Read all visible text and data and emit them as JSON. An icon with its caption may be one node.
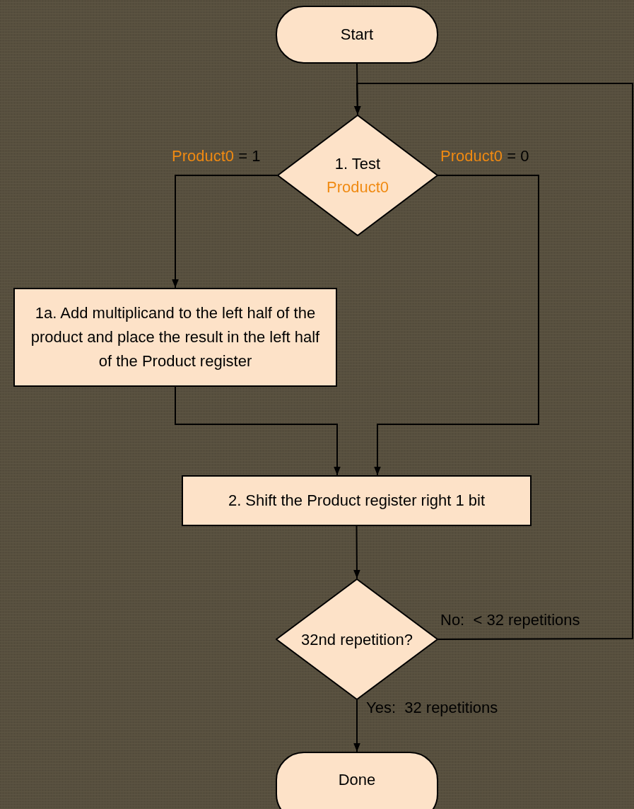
{
  "diagram": {
    "nodes": [
      {
        "text": [
          "Start"
        ]
      },
      {
        "text": [
          "1. Test",
          "Product0"
        ]
      },
      {
        "text": [
          "1a. Add multiplicand to the left half of the product and place the result in the left half of the Product register"
        ]
      },
      {
        "text": [
          "2. Shift the Product register right 1 bit"
        ]
      },
      {
        "text": [
          "32nd repetition?"
        ]
      },
      {
        "text": [
          "Done"
        ]
      }
    ],
    "edges": [
      {
        "from": 0,
        "to": 1,
        "arrow": "to"
      },
      {
        "from": 1,
        "to": 2,
        "arrow": "to",
        "label": "Product0 = 1"
      },
      {
        "from": 1,
        "to": 3,
        "arrow": "to",
        "label": "Product0 = 0"
      },
      {
        "from": 2,
        "to": 3,
        "arrow": "to"
      },
      {
        "from": 3,
        "to": 4,
        "arrow": "to"
      },
      {
        "from": 4,
        "to": 1,
        "arrow": "to",
        "label": "No:  < 32 repetitions"
      },
      {
        "from": 4,
        "to": 5,
        "arrow": "to",
        "label": "Yes:  32 repetitions"
      }
    ]
  }
}
